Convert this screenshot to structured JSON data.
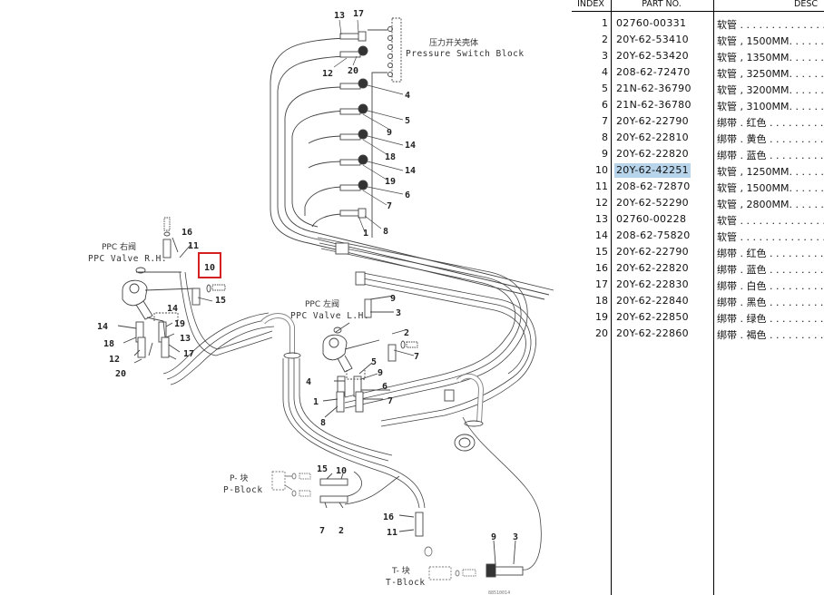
{
  "diagram": {
    "pressure_switch_label_cn": "压力开关壳体",
    "pressure_switch_label_en": "Pressure Switch Block",
    "ppc_rh_label_cn": "PPC 右阀",
    "ppc_rh_label_en": "PPC Valve R.H.",
    "ppc_lh_label_cn": "PPC 左阀",
    "ppc_lh_label_en": "PPC Valve L.H.",
    "p_block_label_cn": "P- 块",
    "p_block_label_en": "P-Block",
    "t_block_label_cn": "T- 块",
    "t_block_label_en": "T-Block",
    "highlighted_callout": "10",
    "highlight_color": "#d42020",
    "footer_code": "88510014",
    "callouts": {
      "ps_13": "13",
      "ps_17": "17",
      "ps_12": "12",
      "ps_20": "20",
      "ps_4": "4",
      "ps_5": "5",
      "ps_9": "9",
      "ps_14a": "14",
      "ps_18": "18",
      "ps_14b": "14",
      "ps_19": "19",
      "ps_6": "6",
      "ps_7": "7",
      "ps_1": "1",
      "ps_8": "8",
      "rh_16": "16",
      "rh_11": "11",
      "rh_15": "15",
      "rh_14a": "14",
      "rh_14b": "14",
      "rh_19": "19",
      "rh_18": "18",
      "rh_13": "13",
      "rh_17": "17",
      "rh_12": "12",
      "rh_20": "20",
      "lh_9a": "9",
      "lh_3": "3",
      "lh_2": "2",
      "lh_7a": "7",
      "lh_5": "5",
      "lh_9b": "9",
      "lh_4": "4",
      "lh_6": "6",
      "lh_1": "1",
      "lh_7b": "7",
      "lh_8": "8",
      "pb_15": "15",
      "pb_10": "10",
      "pb_7": "7",
      "pb_2": "2",
      "tb_16": "16",
      "tb_11": "11",
      "tb_9": "9",
      "tb_3": "3"
    }
  },
  "table": {
    "headers": {
      "index": "INDEX",
      "part_no": "PART NO.",
      "desc": "DESC"
    },
    "selected_index": 10,
    "selection_color": "#b8d4ea",
    "rows": [
      {
        "index": "1",
        "part_no": "02760-00331",
        "desc": "软管 . . . . . . . . . . . . . . ."
      },
      {
        "index": "2",
        "part_no": "20Y-62-53410",
        "desc": "软管 , 1500MM. . . . . . . . . ."
      },
      {
        "index": "3",
        "part_no": "20Y-62-53420",
        "desc": "软管 , 1350MM. . . . . . . . . ."
      },
      {
        "index": "4",
        "part_no": "208-62-72470",
        "desc": "软管 , 3250MM. . . . . . . . . ."
      },
      {
        "index": "5",
        "part_no": "21N-62-36790",
        "desc": "软管 , 3200MM. . . . . . . . . ."
      },
      {
        "index": "6",
        "part_no": "21N-62-36780",
        "desc": "软管 , 3100MM. . . . . . . . . ."
      },
      {
        "index": "7",
        "part_no": "20Y-62-22790",
        "desc": "绑带 . 红色 . . . . . . . . . . ."
      },
      {
        "index": "8",
        "part_no": "20Y-62-22810",
        "desc": "绑带 . 黄色 . . . . . . . . . . ."
      },
      {
        "index": "9",
        "part_no": "20Y-62-22820",
        "desc": "绑带 . 蓝色 . . . . . . . . . . ."
      },
      {
        "index": "10",
        "part_no": "20Y-62-42251",
        "desc": "软管 , 1250MM. . . . . . . . . ."
      },
      {
        "index": "11",
        "part_no": "208-62-72870",
        "desc": "软管 , 1500MM. . . . . . . . . ."
      },
      {
        "index": "12",
        "part_no": "20Y-62-52290",
        "desc": "软管 , 2800MM. . . . . . . . . ."
      },
      {
        "index": "13",
        "part_no": "02760-00228",
        "desc": "软管 . . . . . . . . . . . . . . ."
      },
      {
        "index": "14",
        "part_no": "208-62-75820",
        "desc": "软管 . . . . . . . . . . . . . . ."
      },
      {
        "index": "15",
        "part_no": "20Y-62-22790",
        "desc": "绑带 . 红色 . . . . . . . . . . ."
      },
      {
        "index": "16",
        "part_no": "20Y-62-22820",
        "desc": "绑带 . 蓝色 . . . . . . . . . . ."
      },
      {
        "index": "17",
        "part_no": "20Y-62-22830",
        "desc": "绑带 . 白色 . . . . . . . . . . ."
      },
      {
        "index": "18",
        "part_no": "20Y-62-22840",
        "desc": "绑带 . 黑色 . . . . . . . . . . ."
      },
      {
        "index": "19",
        "part_no": "20Y-62-22850",
        "desc": "绑带 . 绿色 . . . . . . . . . . ."
      },
      {
        "index": "20",
        "part_no": "20Y-62-22860",
        "desc": "绑带 . 褐色 . . . . . . . . . . ."
      }
    ]
  }
}
